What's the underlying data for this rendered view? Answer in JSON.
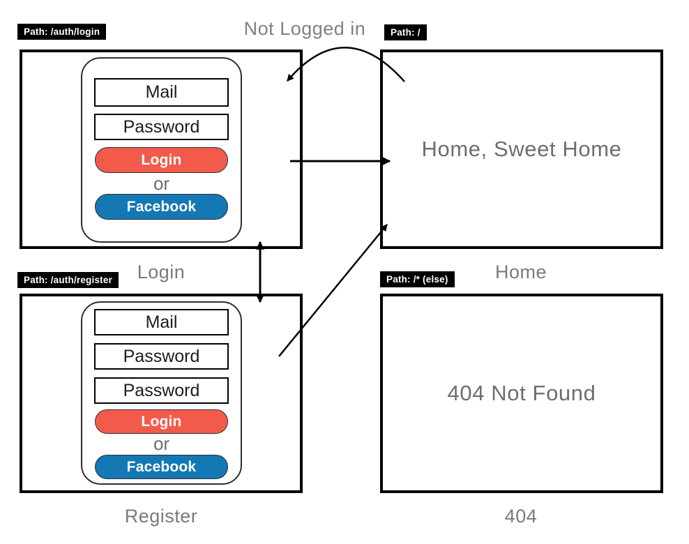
{
  "diagram_title": "Not Logged in",
  "colors": {
    "login_button": "#F25B4C",
    "facebook_button": "#1478B5",
    "badge_background": "#000000",
    "muted_text": "#6e6e6e",
    "frame_border": "#000000"
  },
  "pages": [
    {
      "name": "login",
      "path_label": "Path: /auth/login",
      "caption": "Login",
      "form": {
        "mail_placeholder": "Mail",
        "password_placeholder": "Password",
        "login_button": "Login",
        "divider": "or",
        "facebook_button": "Facebook"
      }
    },
    {
      "name": "home",
      "path_label": "Path: /",
      "caption": "Home",
      "content": "Home, Sweet Home"
    },
    {
      "name": "register",
      "path_label": "Path: /auth/register",
      "caption": "Register",
      "form": {
        "mail_placeholder": "Mail",
        "password_placeholder": "Password",
        "password2_placeholder": "Password",
        "login_button": "Login",
        "divider": "or",
        "facebook_button": "Facebook"
      }
    },
    {
      "name": "not_found",
      "path_label": "Path: /* (else)",
      "caption": "404",
      "content": "404 Not Found"
    }
  ]
}
